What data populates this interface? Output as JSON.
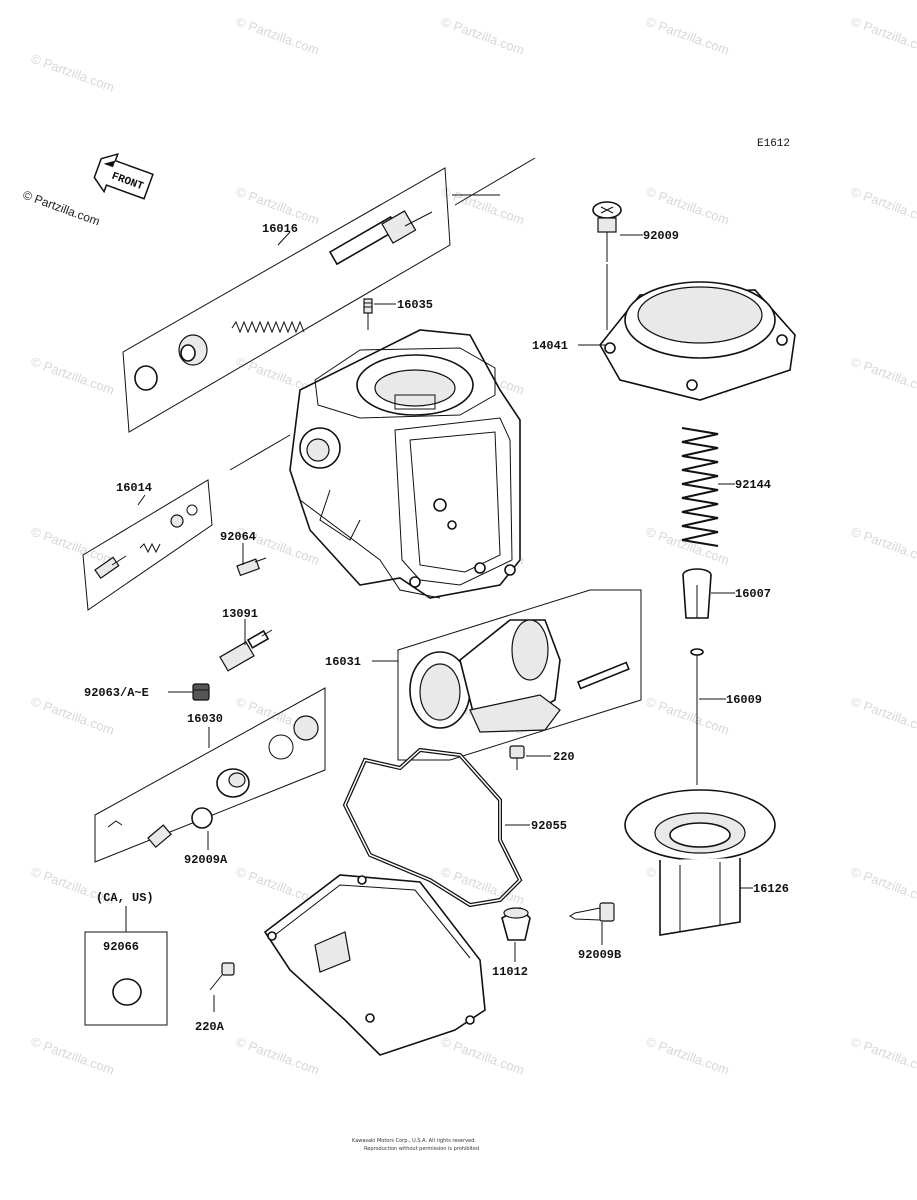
{
  "diagram_code": "E1612",
  "front_label": "FRONT",
  "watermark": "© Partzilla.com",
  "parts": {
    "p16016": "16016",
    "p16035": "16035",
    "p14041": "14041",
    "p92009": "92009",
    "p92144": "92144",
    "p16014": "16014",
    "p92064": "92064",
    "p16007": "16007",
    "p13091": "13091",
    "p16031": "16031",
    "p16009": "16009",
    "p92063": "92063/A~E",
    "p16030": "16030",
    "p220": "220",
    "p92055": "92055",
    "p92009A": "92009A",
    "p16126": "16126",
    "region": "(CA, US)",
    "p92066": "92066",
    "p11012": "11012",
    "p92009B": "92009B",
    "p220A": "220A"
  },
  "copyright_line1": "Kawasaki Motors Corp., U.S.A. All rights reserved.",
  "copyright_line2": "Reproduction without permission is prohibited"
}
